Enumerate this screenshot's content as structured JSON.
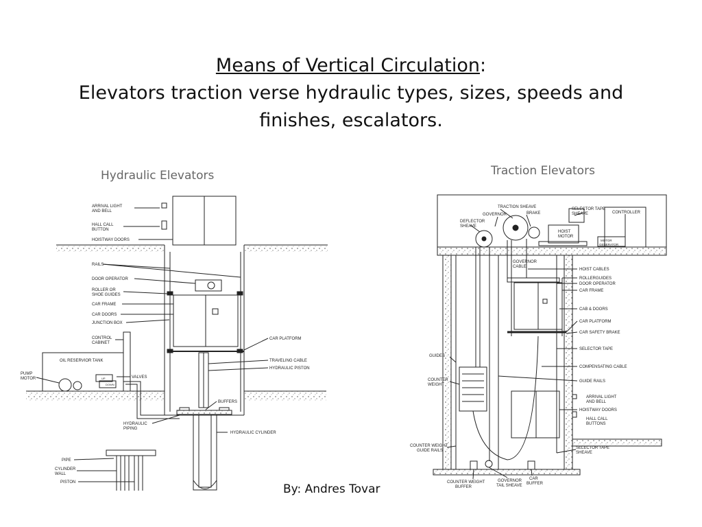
{
  "slide": {
    "title_main": "Means of Vertical Circulation",
    "title_colon": ":",
    "title_line2": "Elevators traction verse hydraulic types, sizes, speeds and",
    "title_line3": "finishes, escalators.",
    "left_caption": "Hydraulic Elevators",
    "right_caption": "Traction Elevators",
    "author": "By: Andres Tovar"
  },
  "hydraulic_labels": {
    "arrival_light_1": "ARRIVAL LIGHT",
    "arrival_light_2": "AND BELL",
    "hall_call_1": "HALL CALL",
    "hall_call_2": "BUTTON",
    "hoistway_doors": "HOISTWAY DOORS",
    "rails": "RAILS",
    "door_operator": "DOOR OPERATOR",
    "roller_1": "ROLLER OR",
    "roller_2": "SHOE GUIDES",
    "car_frame": "CAR FRAME",
    "car_doors": "CAR DOORS",
    "junction_box": "JUNCTION BOX",
    "control_1": "CONTROL",
    "control_2": "CABINET",
    "oil_tank": "OIL RESERVIOR TANK",
    "pump_1": "PUMP",
    "pump_2": "MOTOR",
    "valves": "VALVES",
    "up": "UP",
    "down": "DOWN",
    "car_platform": "CAR PLATFORM",
    "traveling_cable": "TRAVELING CABLE",
    "hydraulic_piston": "HYDRAULIC PISTON",
    "buffers": "BUFFERS",
    "hydraulic_piping_1": "HYDRAULIC",
    "hydraulic_piping_2": "PIPING",
    "hydraulic_cylinder": "HYDRAULIC CYLINDER",
    "pipe": "PIPE",
    "cylinder_wall_1": "CYLINDER",
    "cylinder_wall_2": "WALL",
    "piston": "PISTON"
  },
  "traction_labels": {
    "traction_sheave": "TRACTION SHEAVE",
    "selector_tape_sheave_1": "SELECTOR TAPE",
    "selector_tape_sheave_2": "SHEAVE",
    "controller": "CONTROLLER",
    "governor": "GOVERNOR",
    "brake": "BRAKE",
    "deflector_1": "DEFLECTOR",
    "deflector_2": "SHEAVE",
    "hoist_1": "HOIST",
    "hoist_2": "MOTOR",
    "motor_gen_1": "MOTOR",
    "motor_gen_2": "GENERATOR",
    "governor_cable_1": "GOVERNOR",
    "governor_cable_2": "CABLE",
    "hoist_cables": "HOIST CABLES",
    "roller_guides": "ROLLERGUIDES",
    "door_operator": "DOOR OPERATOR",
    "car_frame": "CAR FRAME",
    "cab_doors": "CAB & DOORS",
    "car_platform": "CAR PLATFORM",
    "car_safety_brake": "CAR SAFETY BRAKE",
    "selector_tape": "SELECTOR TAPE",
    "guides": "GUIDES",
    "compensating_cable": "COMPENSATING CABLE",
    "counter_weight_1": "COUNTER",
    "counter_weight_2": "WEIGHT",
    "guide_rails": "GUIDE RAILS",
    "arrival_light_1": "ARRIVAL LIGHT",
    "arrival_light_2": "AND BELL",
    "hoistway_doors": "HOISTWAY DOORS",
    "hall_call_1": "HALL CALL",
    "hall_call_2": "BUTTONS",
    "cw_guide_rails_1": "COUNTER WEIGHT",
    "cw_guide_rails_2": "GUIDE RAILS",
    "selector_tape_sheave_b1": "SELECTOR TAPE",
    "selector_tape_sheave_b2": "SHEAVE",
    "cw_buffer_1": "COUNTER WEIGHT",
    "cw_buffer_2": "BUFFER",
    "gov_tail_1": "GOVERNOR",
    "gov_tail_2": "TAIL SHEAVE",
    "car_buffer_1": "CAR",
    "car_buffer_2": "BUFFER"
  }
}
